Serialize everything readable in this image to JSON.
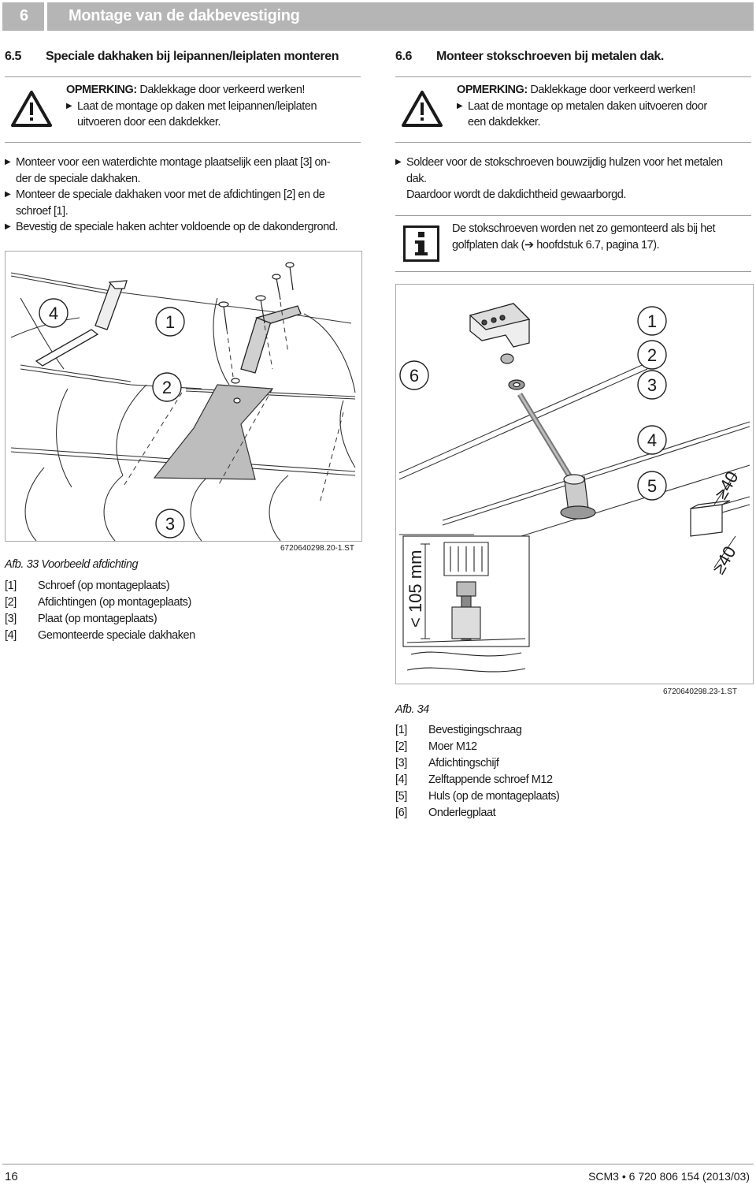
{
  "header": {
    "number": "6",
    "title": "Montage van de dakbevestiging"
  },
  "left": {
    "section": {
      "number": "6.5",
      "title": "Speciale dakhaken bij leipannen/leiplaten monteren"
    },
    "warning": {
      "label": "OPMERKING:",
      "text": "Daklekkage door verkeerd werken!",
      "bullet_line1": "Laat de montage op daken met leipannen/leiplaten",
      "bullet_line2": "uitvoeren door een dakdekker."
    },
    "steps": [
      {
        "line1": "Monteer voor een waterdichte montage plaatselijk een plaat [3] on-",
        "line2": "der de speciale dakhaken."
      },
      {
        "line1": "Monteer de speciale dakhaken voor met de afdichtingen [2] en de",
        "line2": "schroef [1]."
      },
      {
        "line1": "Bevestig de speciale haken achter voldoende op de dakondergrond."
      }
    ],
    "figure": {
      "callouts": [
        "4",
        "1",
        "2",
        "3"
      ],
      "code": "6720640298.20-1.ST",
      "caption_prefix": "Afb. 33",
      "caption": "Voorbeeld afdichting"
    },
    "legend": [
      {
        "key": "[1]",
        "text": "Schroef (op montageplaats)"
      },
      {
        "key": "[2]",
        "text": "Afdichtingen (op montageplaats)"
      },
      {
        "key": "[3]",
        "text": "Plaat (op montageplaats)"
      },
      {
        "key": "[4]",
        "text": "Gemonteerde speciale dakhaken"
      }
    ]
  },
  "right": {
    "section": {
      "number": "6.6",
      "title": "Monteer stokschroeven bij metalen dak."
    },
    "warning": {
      "label": "OPMERKING:",
      "text": "Daklekkage door verkeerd werken!",
      "bullet_line1": "Laat de montage op metalen daken uitvoeren door",
      "bullet_line2": "een dakdekker."
    },
    "step": {
      "line1": "Soldeer voor de stokschroeven bouwzijdig hulzen voor het metalen",
      "line2": "dak.",
      "line3": "Daardoor wordt de dakdichtheid gewaarborgd."
    },
    "info": {
      "line1": "De stokschroeven worden net zo gemonteerd als bij het",
      "line2": "golfplaten dak (➔ hoofdstuk 6.7, pagina 17)."
    },
    "figure": {
      "callouts": [
        "1",
        "2",
        "3",
        "4",
        "5",
        "6"
      ],
      "dim_40_a": "≥40",
      "dim_40_b": "≥40",
      "dim_105": "< 105 mm",
      "code": "6720640298.23-1.ST",
      "caption_prefix": "Afb. 34"
    },
    "legend": [
      {
        "key": "[1]",
        "text": "Bevestigingschraag"
      },
      {
        "key": "[2]",
        "text": "Moer M12"
      },
      {
        "key": "[3]",
        "text": "Afdichtingschijf"
      },
      {
        "key": "[4]",
        "text": "Zelftappende schroef M12"
      },
      {
        "key": "[5]",
        "text": "Huls (op de montageplaats)"
      },
      {
        "key": "[6]",
        "text": "Onderlegplaat"
      }
    ]
  },
  "footer": {
    "page": "16",
    "doc": "SCM3 • 6 720 806 154 (2013/03)"
  }
}
